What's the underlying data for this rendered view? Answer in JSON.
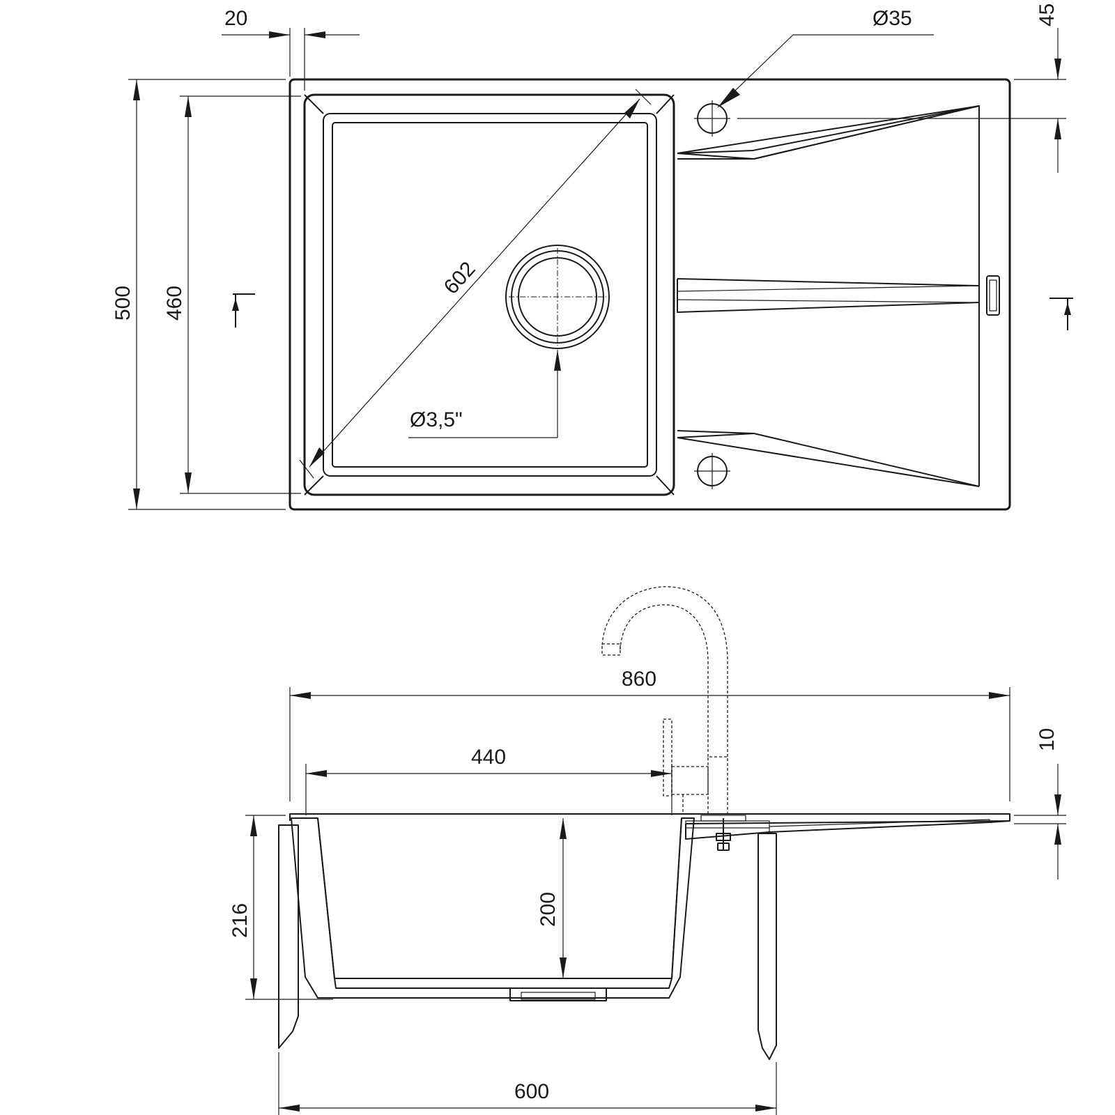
{
  "top_view": {
    "overall_length_hint": "860",
    "dim_width_rim": "20",
    "dim_tap_hole": "Ø35",
    "dim_tap_offset": "45",
    "dim_depth_total": "500",
    "dim_bowl_depth": "460",
    "dim_bowl_diagonal": "602",
    "dim_drain": "Ø3,5\""
  },
  "side_view": {
    "dim_total_length": "860",
    "dim_bowl_length": "440",
    "dim_rim_thickness": "10",
    "dim_overall_height": "216",
    "dim_bowl_height": "200",
    "dim_cabinet_width": "600"
  },
  "colors": {
    "line": "#1a1a1a",
    "background": "#ffffff"
  }
}
